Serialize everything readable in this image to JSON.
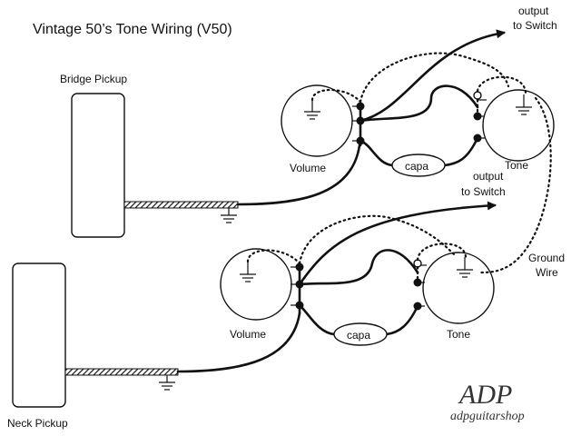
{
  "title": "Vintage 50’s Tone Wiring (V50)",
  "pickups": {
    "bridge": {
      "label": "Bridge Pickup"
    },
    "neck": {
      "label": "Neck Pickup"
    }
  },
  "top_circuit": {
    "volume_label": "Volume",
    "tone_label": "Tone",
    "capacitor_label": "capa",
    "output_label_line1": "output",
    "output_label_line2": "to Switch"
  },
  "bottom_circuit": {
    "volume_label": "Volume",
    "tone_label": "Tone",
    "capacitor_label": "capa",
    "output_label_line1": "output",
    "output_label_line2": "to Switch"
  },
  "ground_wire": {
    "line1": "Ground",
    "line2": "Wire"
  },
  "logo": {
    "monogram": "ADP",
    "text": "adpguitarshop"
  },
  "icons": [
    "ground-symbol-icon",
    "arrow-right-icon",
    "capacitor-icon",
    "potentiometer-icon"
  ]
}
